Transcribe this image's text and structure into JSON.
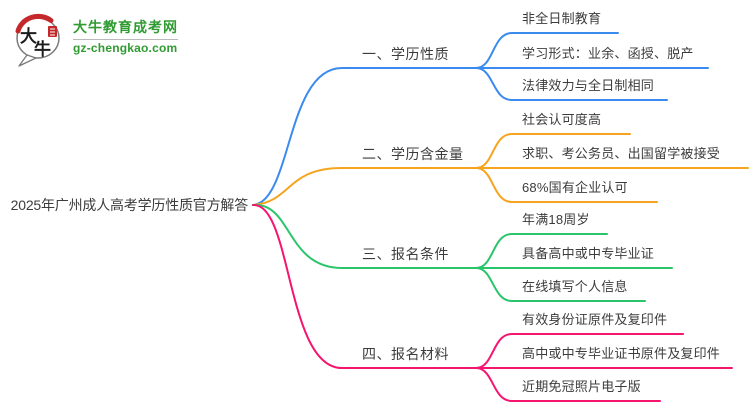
{
  "logo": {
    "bubble_char_top": "大",
    "bubble_char_bottom": "牛",
    "site_name": "大牛教育成考网",
    "site_domain": "gz-chengkao.com",
    "brand_green": "#2F9B31",
    "brand_red": "#C4282B"
  },
  "mindmap": {
    "root": {
      "label": "2025年广州成人高考学历性质官方解答",
      "text_color": "#3C3C3C"
    },
    "branches": [
      {
        "label": "一、学历性质",
        "color": "#3A8BEF",
        "children": [
          "非全日制教育",
          "学习形式：业余、函授、脱产",
          "法律效力与全日制相同"
        ]
      },
      {
        "label": "二、学历含金量",
        "color": "#F6A41F",
        "children": [
          "社会认可度高",
          "求职、考公务员、出国留学被接受",
          "68%国有企业认可"
        ]
      },
      {
        "label": "三、报名条件",
        "color": "#2AC46A",
        "children": [
          "年满18周岁",
          "具备高中或中专毕业证",
          "在线填写个人信息"
        ]
      },
      {
        "label": "四、报名材料",
        "color": "#F5156F",
        "children": [
          "有效身份证原件及复印件",
          "高中或中专毕业证书原件及复印件",
          "近期免冠照片电子版"
        ]
      }
    ]
  }
}
